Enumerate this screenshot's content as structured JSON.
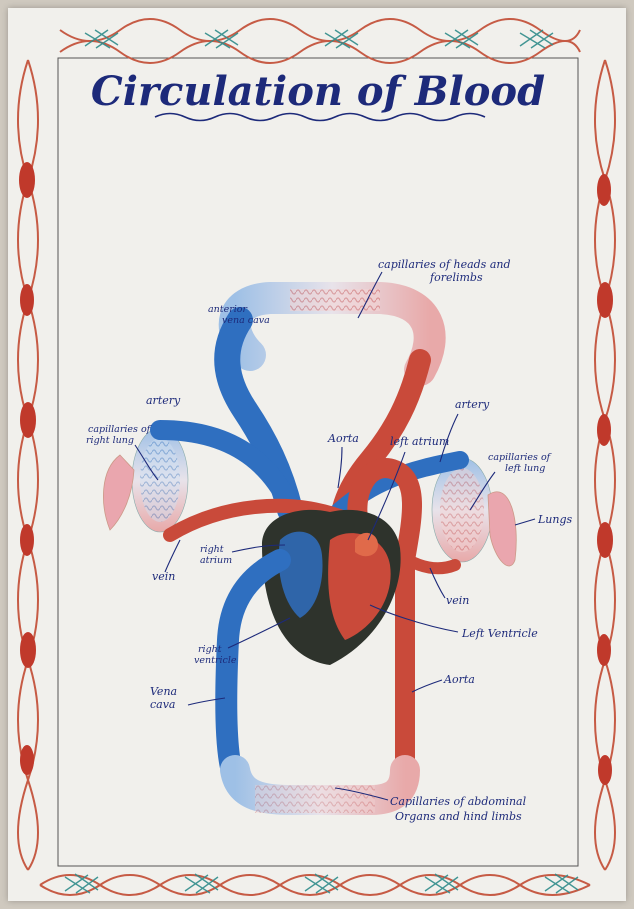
{
  "title": "Circulation of Blood",
  "labels": {
    "cap_head": [
      "capillaries of heads and",
      "forelimbs"
    ],
    "ant_vena_cava": [
      "anterior",
      "vena cava"
    ],
    "artery_left": "artery",
    "artery_right": "artery",
    "cap_right_lung": [
      "capillaries of",
      "right lung"
    ],
    "aorta_top": "Aorta",
    "left_atrium": "left atrium",
    "cap_left_lung": [
      "capillaries of",
      "left lung"
    ],
    "lungs": "Lungs",
    "right_atrium": [
      "right",
      "atrium"
    ],
    "vein_left": "vein",
    "vein_right": "vein",
    "left_ventricle": "Left Ventricle",
    "right_ventricle": [
      "right",
      "ventricle"
    ],
    "aorta_lower": "Aorta",
    "vena_cava": [
      "Vena",
      "cava"
    ],
    "cap_abdominal": [
      "Capillaries of abdominal",
      "Organs and hind limbs"
    ]
  },
  "colors": {
    "deoxygenated": "#2f6fc0",
    "oxygenated": "#c94a3a",
    "heart_dark": "#2e332c",
    "lung_pink": "#eaa6ae",
    "ink": "#1d2a7a",
    "border_red": "#b8412f",
    "border_teal": "#2f8b8a"
  }
}
